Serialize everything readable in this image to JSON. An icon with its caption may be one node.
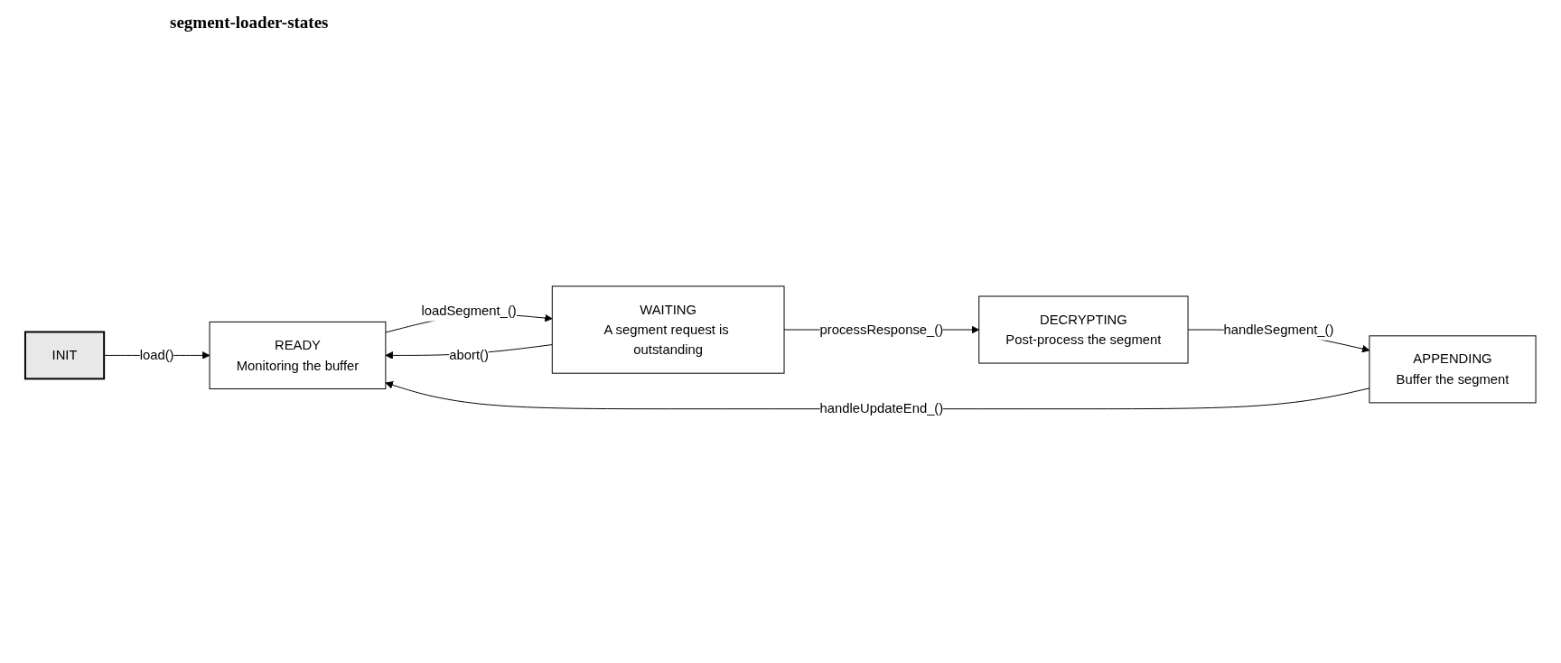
{
  "diagram": {
    "title": "segment-loader-states",
    "nodes": [
      {
        "text": [
          "INIT"
        ]
      },
      {
        "text": [
          "READY",
          "Monitoring the buffer"
        ]
      },
      {
        "text": [
          "WAITING",
          "A segment request is outstanding"
        ]
      },
      {
        "text": [
          "DECRYPTING",
          "Post-process the segment"
        ]
      },
      {
        "text": [
          "APPENDING",
          "Buffer the segment"
        ]
      }
    ],
    "edges": [
      {
        "from": 0,
        "to": 1,
        "arrow": "to",
        "label": "load()"
      },
      {
        "from": 1,
        "to": 2,
        "arrow": "to",
        "label": "loadSegment_()"
      },
      {
        "from": 2,
        "to": 1,
        "arrow": "to",
        "label": "abort()"
      },
      {
        "from": 2,
        "to": 3,
        "arrow": "to",
        "label": "processResponse_()"
      },
      {
        "from": 3,
        "to": 4,
        "arrow": "to",
        "label": "handleSegment_()"
      },
      {
        "from": 4,
        "to": 1,
        "arrow": "to",
        "label": "handleUpdateEnd_()"
      }
    ]
  }
}
